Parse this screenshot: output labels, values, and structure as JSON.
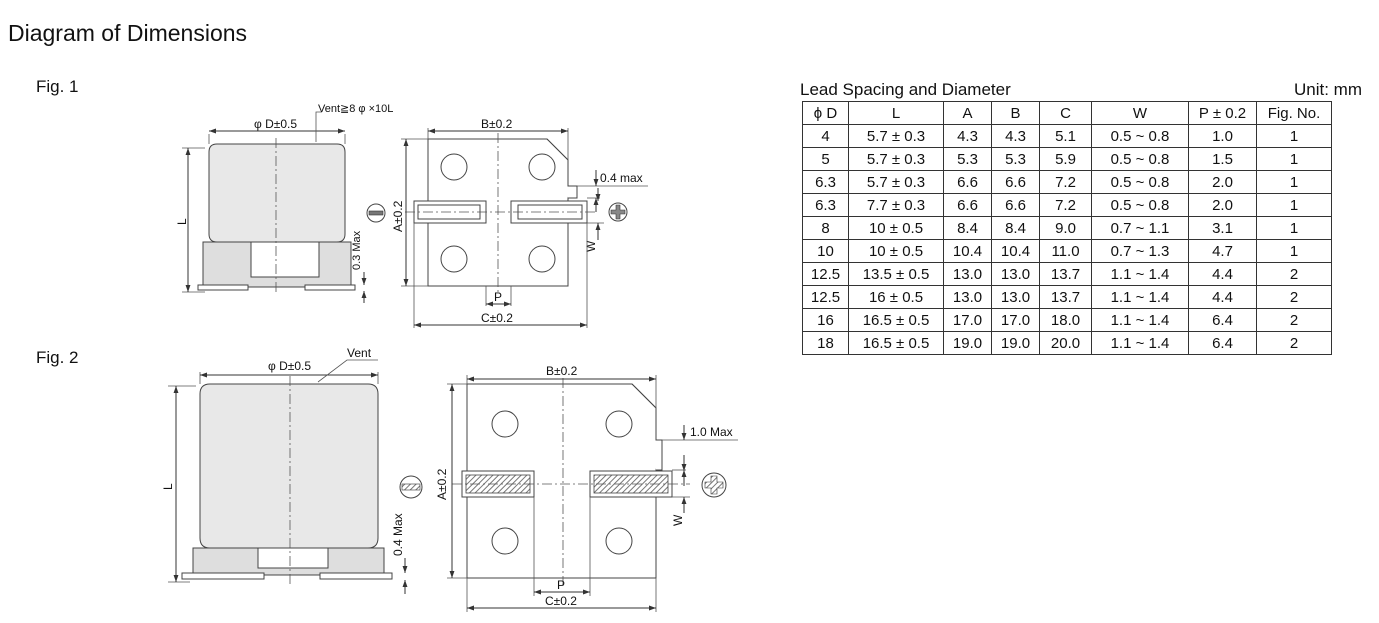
{
  "page": {
    "title": "Diagram of Dimensions"
  },
  "figures": {
    "fig1": {
      "label": "Fig. 1",
      "side": {
        "width_label": "φ D±0.5",
        "vent_label": "Vent≧8 φ ×10L",
        "length_label": "L",
        "height_label": "0.3 Max"
      },
      "top": {
        "width_label": "B±0.2",
        "height_label": "A±0.2",
        "terminal_label": "0.4 max",
        "w_label": "W",
        "p_label": "P",
        "c_label": "C±0.2"
      }
    },
    "fig2": {
      "label": "Fig. 2",
      "side": {
        "width_label": "φ D±0.5",
        "vent_label": "Vent",
        "length_label": "L",
        "height_label": "0.4 Max"
      },
      "top": {
        "width_label": "B±0.2",
        "height_label": "A±0.2",
        "terminal_label": "1.0 Max",
        "w_label": "W",
        "p_label": "P",
        "c_label": "C±0.2"
      }
    }
  },
  "table": {
    "title": "Lead Spacing and Diameter",
    "unit": "Unit: mm",
    "headers": [
      "ϕ D",
      "L",
      "A",
      "B",
      "C",
      "W",
      "P ± 0.2",
      "Fig. No."
    ],
    "rows": [
      [
        "4",
        "5.7 ± 0.3",
        "4.3",
        "4.3",
        "5.1",
        "0.5 ~ 0.8",
        "1.0",
        "1"
      ],
      [
        "5",
        "5.7 ± 0.3",
        "5.3",
        "5.3",
        "5.9",
        "0.5 ~ 0.8",
        "1.5",
        "1"
      ],
      [
        "6.3",
        "5.7 ± 0.3",
        "6.6",
        "6.6",
        "7.2",
        "0.5 ~ 0.8",
        "2.0",
        "1"
      ],
      [
        "6.3",
        "7.7 ± 0.3",
        "6.6",
        "6.6",
        "7.2",
        "0.5 ~ 0.8",
        "2.0",
        "1"
      ],
      [
        "8",
        "10 ± 0.5",
        "8.4",
        "8.4",
        "9.0",
        "0.7 ~ 1.1",
        "3.1",
        "1"
      ],
      [
        "10",
        "10 ± 0.5",
        "10.4",
        "10.4",
        "11.0",
        "0.7 ~ 1.3",
        "4.7",
        "1"
      ],
      [
        "12.5",
        "13.5 ± 0.5",
        "13.0",
        "13.0",
        "13.7",
        "1.1 ~ 1.4",
        "4.4",
        "2"
      ],
      [
        "12.5",
        "16 ± 0.5",
        "13.0",
        "13.0",
        "13.7",
        "1.1 ~ 1.4",
        "4.4",
        "2"
      ],
      [
        "16",
        "16.5 ± 0.5",
        "17.0",
        "17.0",
        "18.0",
        "1.1 ~ 1.4",
        "6.4",
        "2"
      ],
      [
        "18",
        "16.5 ± 0.5",
        "19.0",
        "19.0",
        "20.0",
        "1.1 ~ 1.4",
        "6.4",
        "2"
      ]
    ]
  }
}
